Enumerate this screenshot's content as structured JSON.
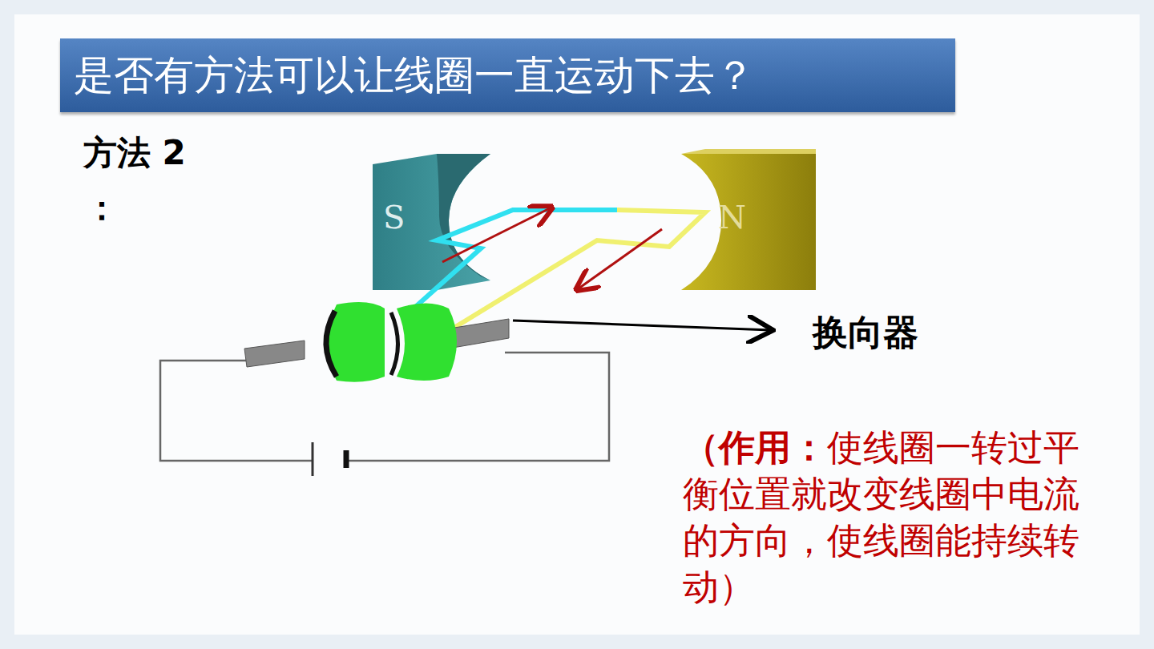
{
  "diagram": {
    "title": "是否有方法可以让线圈一直运动下去？",
    "labels": [
      "方法 2",
      "：",
      "S",
      "N",
      "换向器",
      "（作用：",
      "使线圈一转过平衡位置就改变线圈中电流的方向，使线圈能持续转动）"
    ]
  }
}
